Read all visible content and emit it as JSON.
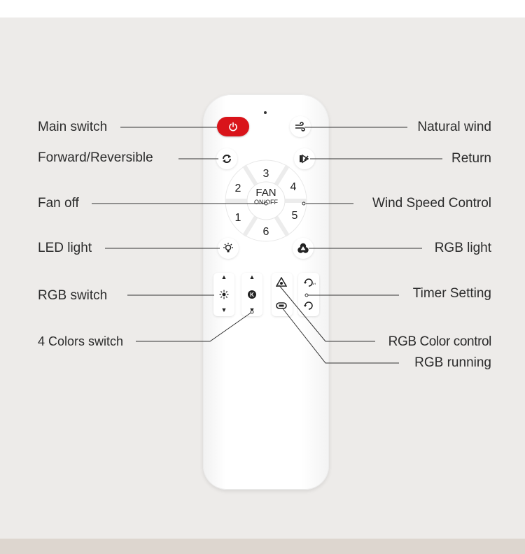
{
  "labels": {
    "main_switch": "Main switch",
    "natural_wind": "Natural wind",
    "forward_reversible": "Forward/Reversible",
    "return": "Return",
    "fan_off": "Fan off",
    "wind_speed_control": "Wind Speed Control",
    "led_light": "LED light",
    "rgb_light": "RGB light",
    "rgb_switch": "RGB switch",
    "timer_setting": "Timer Setting",
    "four_colors_switch": "4 Colors switch",
    "rgb_color_control": "RGB Color control",
    "rgb_running": "RGB running"
  },
  "remote": {
    "fan_button_label": "FAN",
    "fan_button_sublabel": "ON/OFF",
    "speeds": [
      "1",
      "2",
      "3",
      "4",
      "5",
      "6"
    ],
    "timer_top_text": "1H",
    "power_button_color": "#d9141a"
  },
  "icons": {
    "power": "power-icon",
    "natural_wind": "wind-icon",
    "forward_reverse": "reverse-arrows-icon",
    "return": "return-icon",
    "led_light": "bulb-icon",
    "rgb_light": "rgb-circles-icon",
    "rgb_color_control": "color-triangle-icon",
    "rgb_running": "rgb-loop-icon",
    "timer": "timer-icon"
  }
}
